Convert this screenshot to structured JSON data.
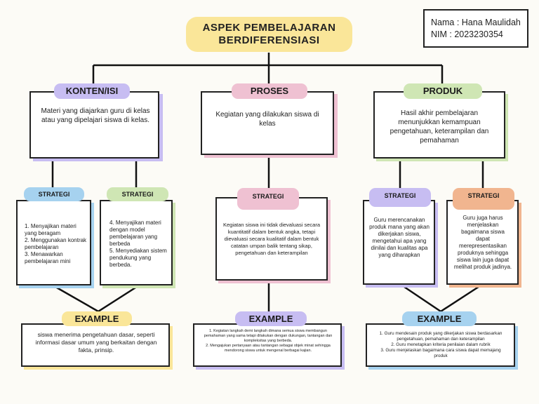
{
  "title": {
    "line1": "ASPEK PEMBELAJARAN",
    "line2": "BERDIFERENSIASI"
  },
  "student": {
    "name": "Nama : Hana Maulidah",
    "nim": "NIM : 2023230354"
  },
  "colors": {
    "yellow": "#fae699",
    "purple": "#c7bdf2",
    "pink": "#efc1d2",
    "green": "#cfe6b4",
    "blue": "#a6d2ef",
    "orange": "#f1b58f"
  },
  "columns": {
    "konten": {
      "label": "KONTEN/ISI",
      "desc": "Materi yang  diajarkan  guru di kelas atau yang dipelajari siswa di kelas.",
      "strategi1": {
        "label": "STRATEGI",
        "text": "1. Menyajikan materi yang beragam\n2. Menggunakan kontrak pembelajaran\n3. Menawarkan pembelajaran mini"
      },
      "strategi2": {
        "label": "STRATEGI",
        "text": "4. Menyajikan materi dengan model pembelajaran yang berbeda\n5. Menyediakan sistem pendukung yang berbeda."
      },
      "example": {
        "label": "EXAMPLE",
        "text": "siswa menerima pengetahuan dasar, seperti informasi dasar umum yang berkaitan dengan fakta, prinsip."
      }
    },
    "proses": {
      "label": "PROSES",
      "desc": "Kegiatan yang dilakukan siswa di kelas",
      "strategi": {
        "label": "STRATEGI",
        "text": "Kegiatan siswa ini tidak dievaluasi secara kuantitatif dalam bentuk angka, tetapi dievaluasi secara kualitatif dalam bentuk catatan umpan balik tentang sikap, pengetahuan dan keterampilan"
      },
      "example": {
        "label": "EXAMPLE",
        "text": "1. Kegiatan langkah demi langkah dimana semua siswa membangun pemahaman yang sama tetapi dilakukan dengan dukungan, tantangan dan kompleksitas yang berbeda.\n2. Mengajukan pertanyaan atau tantangan sebagai objek minat sehingga mendorong siswa untuk mengenal berbagai kajian."
      }
    },
    "produk": {
      "label": "PRODUK",
      "desc": "Hasil akhir  pembelajaran menunjukkan kemampuan pengetahuan, keterampilan dan pemahaman",
      "strategi1": {
        "label": "STRATEGI",
        "text": "Guru merencanakan produk mana yang akan dikerjakan siswa, mengetahui apa yang  dinilai dan kualitas apa yang diharapkan"
      },
      "strategi2": {
        "label": "STRATEGI",
        "text": "Guru juga harus menjelaskan bagaimana siswa dapat merepresentasikan produknya sehingga siswa lain juga dapat melihat produk jadinya."
      },
      "example": {
        "label": "EXAMPLE",
        "text": "1. Guru mendesain produk yang  dikerjakan siswa berdasarkan pengetahuan, pemahaman dan keterampilan\n2. Guru menetapkan kriteria penilaian dalam rubrik\n3. Guru menjelaskan bagaimana cara siswa dapat memajang produk"
      }
    }
  }
}
